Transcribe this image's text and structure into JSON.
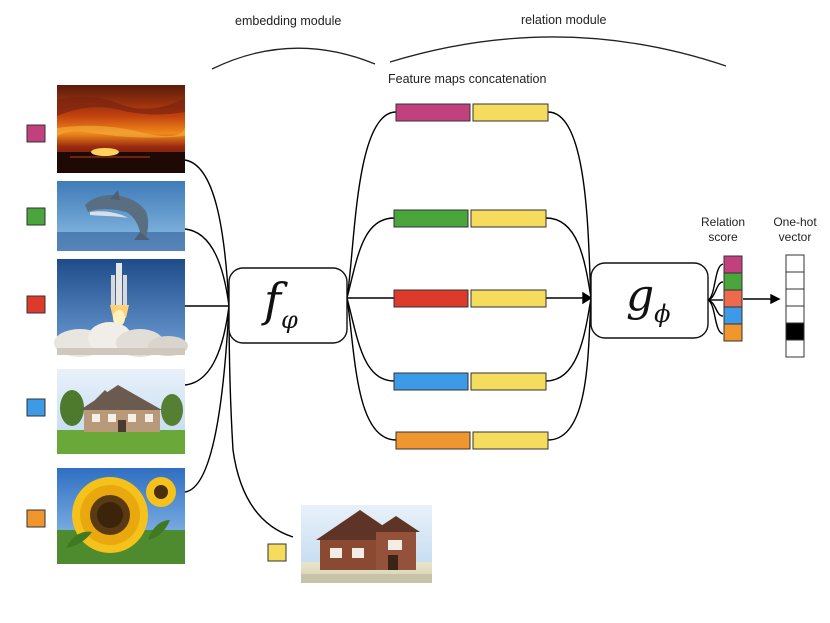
{
  "labels": {
    "embedding_module": "embedding module",
    "relation_module": "relation module",
    "feature_concat": "Feature maps concatenation",
    "relation_score_line1": "Relation",
    "relation_score_line2": "score",
    "onehot_line1": "One-hot",
    "onehot_line2": "vector"
  },
  "modules": {
    "f_main": "f",
    "f_sub": "φ",
    "g_main": "g",
    "g_sub": "ϕ"
  },
  "colors": {
    "magenta": "#c2407e",
    "green": "#4aa63c",
    "red": "#dd3a2b",
    "blue": "#3d9ae6",
    "orange": "#f0962e",
    "yellow": "#f5dc5c",
    "black": "#000000",
    "line": "#000000"
  },
  "images": [
    "sunset",
    "dolphin",
    "rocket-launch",
    "house",
    "sunflowers",
    "query-house"
  ],
  "class_colors": [
    "magenta",
    "green",
    "red",
    "blue",
    "orange"
  ],
  "query_color": "yellow",
  "onehot": [
    0,
    0,
    0,
    0,
    1,
    0
  ]
}
